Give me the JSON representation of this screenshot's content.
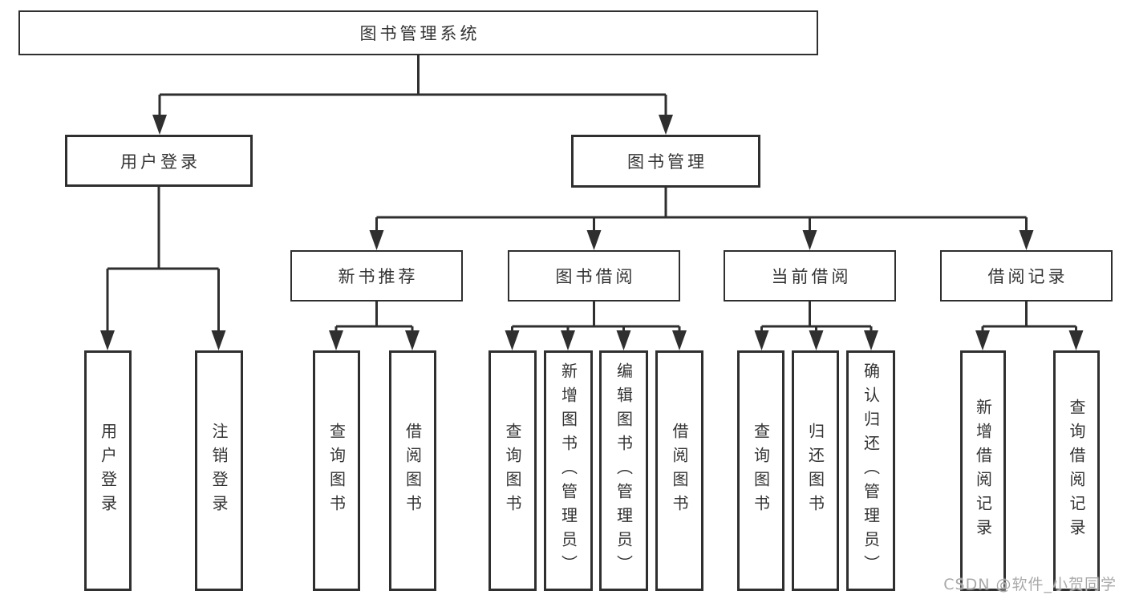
{
  "tree": {
    "root": "图书管理系统",
    "branches": [
      {
        "label": "用户登录",
        "children": [
          "用户登录",
          "注销登录"
        ]
      },
      {
        "label": "图书管理",
        "groups": [
          {
            "label": "新书推荐",
            "children": [
              "查询图书",
              "借阅图书"
            ]
          },
          {
            "label": "图书借阅",
            "children": [
              "查询图书",
              "新增图书（管理员）",
              "编辑图书（管理员）",
              "借阅图书"
            ]
          },
          {
            "label": "当前借阅",
            "children": [
              "查询图书",
              "归还图书",
              "确认归还（管理员）"
            ]
          },
          {
            "label": "借阅记录",
            "children": [
              "新增借阅记录",
              "查询借阅记录"
            ]
          }
        ]
      }
    ]
  },
  "watermark": "CSDN @软件_小贺同学",
  "colors": {
    "line": "#2f2f2f",
    "text": "#333333",
    "watermark": "#a9a9a9",
    "background": "#ffffff"
  }
}
